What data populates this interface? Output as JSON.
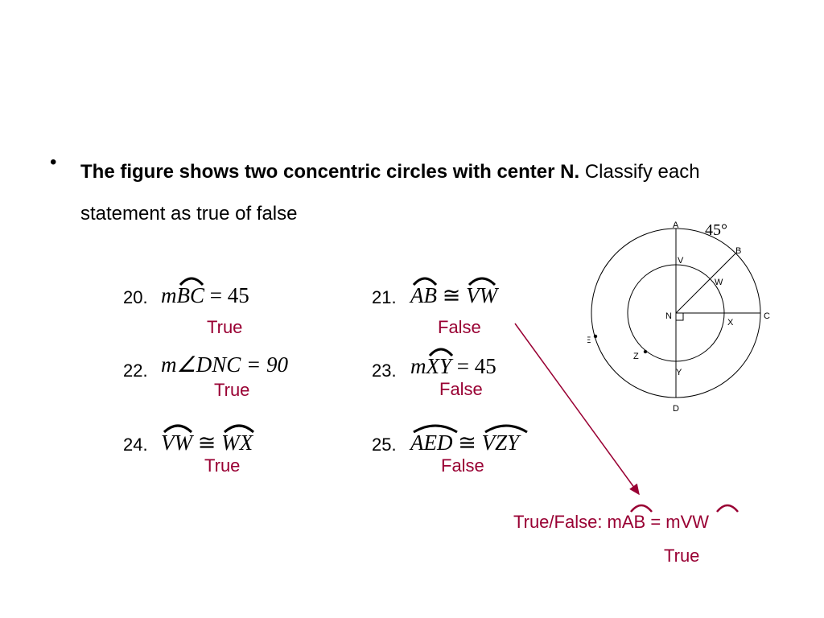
{
  "intro": {
    "bullet": "•",
    "bold_text": "The figure shows two concentric circles with center N.",
    "rest_text": " Classify each statement as true of false"
  },
  "items": [
    {
      "number": "20.",
      "prefix": "m",
      "arc": "BC",
      "op": " = ",
      "rhs": "45",
      "answer": "True"
    },
    {
      "number": "21.",
      "arc_left": "AB",
      "op": " ≅ ",
      "arc_right": "VW",
      "answer": "False"
    },
    {
      "number": "22.",
      "expr": "m∠DNC = 90",
      "answer": "True"
    },
    {
      "number": "23.",
      "prefix": "m",
      "arc": "XY",
      "op": " = ",
      "rhs": "45",
      "answer": "False"
    },
    {
      "number": "24.",
      "arc_left": "VW",
      "op": " ≅ ",
      "arc_right": "WX",
      "answer": "True"
    },
    {
      "number": "25.",
      "arc_left": "AED",
      "op": " ≅ ",
      "arc_right": "VZY",
      "answer": "False"
    }
  ],
  "figure": {
    "angle_label": "45°",
    "points": {
      "A": "A",
      "B": "B",
      "C": "C",
      "D": "D",
      "E": "E",
      "N": "N",
      "V": "V",
      "W": "W",
      "X": "X",
      "Y": "Y",
      "Z": "Z"
    }
  },
  "callout": {
    "question": "True/False: mAB = mVW",
    "answer": "True"
  },
  "colors": {
    "answer": "#990033",
    "text": "#000000"
  }
}
